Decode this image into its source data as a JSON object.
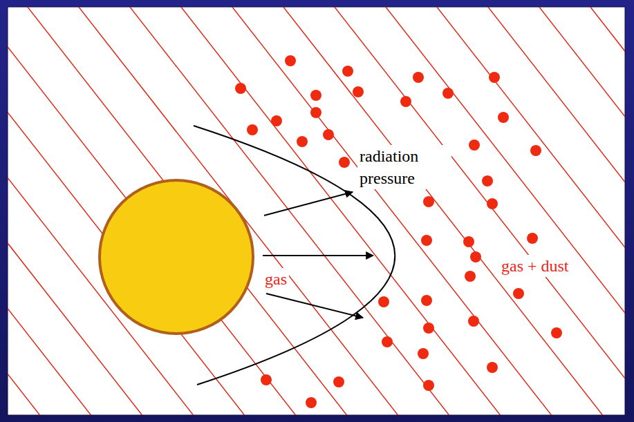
{
  "diagram": {
    "labels": [
      "radiation pressure",
      "gas",
      "gas + dust"
    ]
  }
}
